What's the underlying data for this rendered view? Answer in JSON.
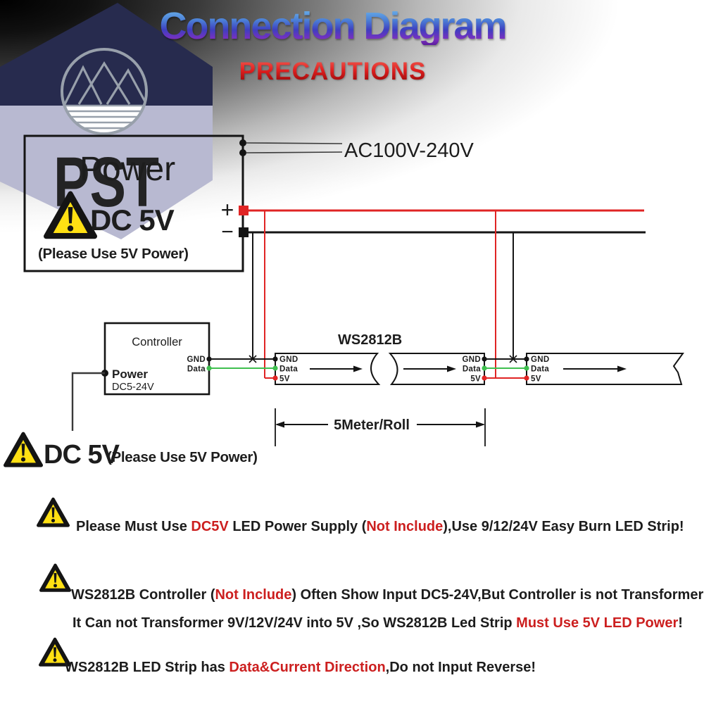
{
  "header": {
    "title": "Connection Diagram",
    "subtitle": "PRECAUTIONS"
  },
  "watermark": {
    "brand": "PST"
  },
  "power_supply": {
    "title": "Power",
    "voltage": "DC 5V",
    "note": "(Please Use 5V Power)",
    "plus": "+",
    "minus": "−",
    "ac_input": "AC100V-240V"
  },
  "controller": {
    "title": "Controller",
    "pin_gnd": "GND",
    "pin_data": "Data",
    "power_pin": "Power",
    "power_range": "DC5-24V"
  },
  "led_strip": {
    "model": "WS2812B",
    "pin_gnd": "GND",
    "pin_data": "Data",
    "pin_5v": "5V",
    "roll_length": "5Meter/Roll"
  },
  "dc5v_callout": {
    "voltage": "DC 5V",
    "note": "(Please Use 5V Power)"
  },
  "notes": [
    {
      "segments": [
        {
          "t": "Please Must Use ",
          "c": "black"
        },
        {
          "t": "DC5V",
          "c": "red"
        },
        {
          "t": " LED Power Supply (",
          "c": "black"
        },
        {
          "t": "Not Include",
          "c": "red"
        },
        {
          "t": "),Use 9/12/24V Easy Burn LED Strip!",
          "c": "black"
        }
      ]
    },
    {
      "segments": [
        {
          "t": "WS2812B Controller (",
          "c": "black"
        },
        {
          "t": "Not Include",
          "c": "red"
        },
        {
          "t": ") Often Show Input DC5-24V,But Controller is not Transformer",
          "c": "black"
        }
      ]
    },
    {
      "segments": [
        {
          "t": "It Can not Transformer 9V/12V/24V into 5V ,So WS2812B Led Strip ",
          "c": "black"
        },
        {
          "t": "Must Use 5V LED Power",
          "c": "red"
        },
        {
          "t": "!",
          "c": "black"
        }
      ]
    },
    {
      "segments": [
        {
          "t": "WS2812B LED Strip has ",
          "c": "black"
        },
        {
          "t": "Data&Current Direction",
          "c": "red"
        },
        {
          "t": ",Do not Input Reverse!",
          "c": "black"
        }
      ]
    }
  ],
  "colors": {
    "red": "#cc1f1f",
    "black": "#1c1c1c",
    "wire_red": "#e02424",
    "wire_green": "#3fbf4f",
    "wire_black": "#151515",
    "navy": "#272b4e",
    "lavender": "#b8b9d1"
  }
}
